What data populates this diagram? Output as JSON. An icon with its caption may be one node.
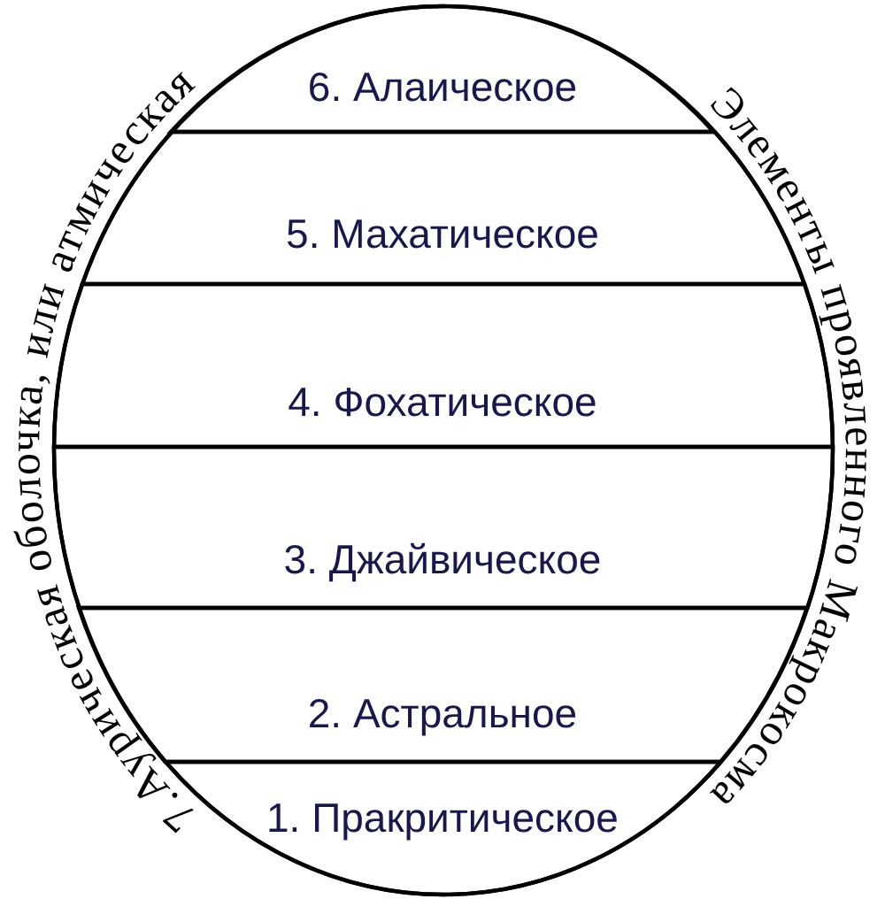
{
  "diagram": {
    "nodes": [
      {
        "text": [],
        "shape": "ellipse"
      },
      {
        "text": [
          "6. Алаическое"
        ],
        "in": 0
      },
      {
        "text": [
          "5. Махатическое"
        ],
        "in": 0
      },
      {
        "text": [
          "4. Фохатическое"
        ],
        "in": 0
      },
      {
        "text": [
          "3. Джайвическое"
        ],
        "in": 0
      },
      {
        "text": [
          "2. Астральное"
        ],
        "in": 0
      },
      {
        "text": [
          "1. Пракритическое"
        ],
        "in": 0
      }
    ],
    "labels": [
      "7.Аурическая оболочка, или атмическая",
      "Элементы проявленного Макрокосма"
    ]
  }
}
